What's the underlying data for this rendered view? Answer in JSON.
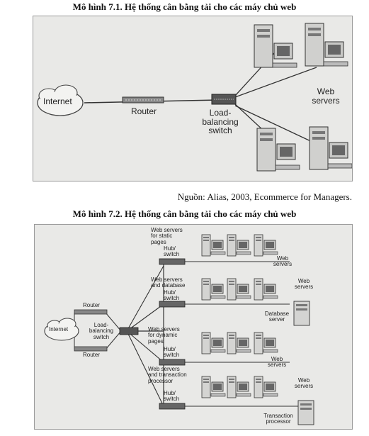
{
  "fig1": {
    "caption": "Mô hình 7.1. Hệ thống cân bằng tải cho các máy chủ web",
    "source": "Nguồn: Alias, 2003, Ecommerce for Managers.",
    "internet": "Internet",
    "router": "Router",
    "lb_line1": "Load-",
    "lb_line2": "balancing",
    "lb_line3": "switch",
    "web_line1": "Web",
    "web_line2": "servers"
  },
  "fig2": {
    "caption": "Mô hình 7.2. Hệ thống cân bằng tải cho các máy chủ web",
    "internet": "Internet",
    "router_top": "Router",
    "router_bottom": "Router",
    "lb_line1": "Load-",
    "lb_line2": "balancing",
    "lb_line3": "switch",
    "g1_line1": "Web servers",
    "g1_line2": "for static",
    "g1_line3": "pages",
    "g2_line1": "Web servers",
    "g2_line2": "and database",
    "g3_line1": "Web servers",
    "g3_line2": "for dynamic",
    "g3_line3": "pages",
    "g4_line1": "Web servers",
    "g4_line2": "and transaction",
    "g4_line3": "processor",
    "hub_line1": "Hub/",
    "hub_line2": "switch",
    "web": "Web",
    "servers": "servers",
    "db_line1": "Database",
    "db_line2": "server",
    "tp_line1": "Transaction",
    "tp_line2": "processor"
  }
}
